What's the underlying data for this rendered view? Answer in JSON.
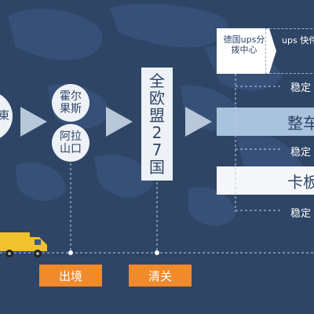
{
  "colors": {
    "background": "#2e4566",
    "circle_fill": "#eef2f6",
    "bar_light_blue": "#a9c3df",
    "bar_white": "#f4f6f9",
    "tag_orange": "#f08a2b",
    "arrow": "#b8c7d9",
    "truck": "#f2c12e"
  },
  "icons": [
    "chevron-right-icon",
    "truck-icon",
    "world-map-background"
  ],
  "nodes": {
    "first_circle": "東",
    "middle_circle_top": "霍尔果斯",
    "middle_circle_bottom": "阿拉山口",
    "vertical_label": "全欧盟27国"
  },
  "ups": {
    "center_box": "德国ups分拨中心",
    "express_box": "ups 快件服"
  },
  "branches": {
    "stable_top": "稳定",
    "bar_middle": "整车",
    "stable_middle": "稳定",
    "bar_bottom": "卡板",
    "stable_bottom": "稳定"
  },
  "tags": {
    "exit": "出境",
    "clearance": "清关"
  }
}
